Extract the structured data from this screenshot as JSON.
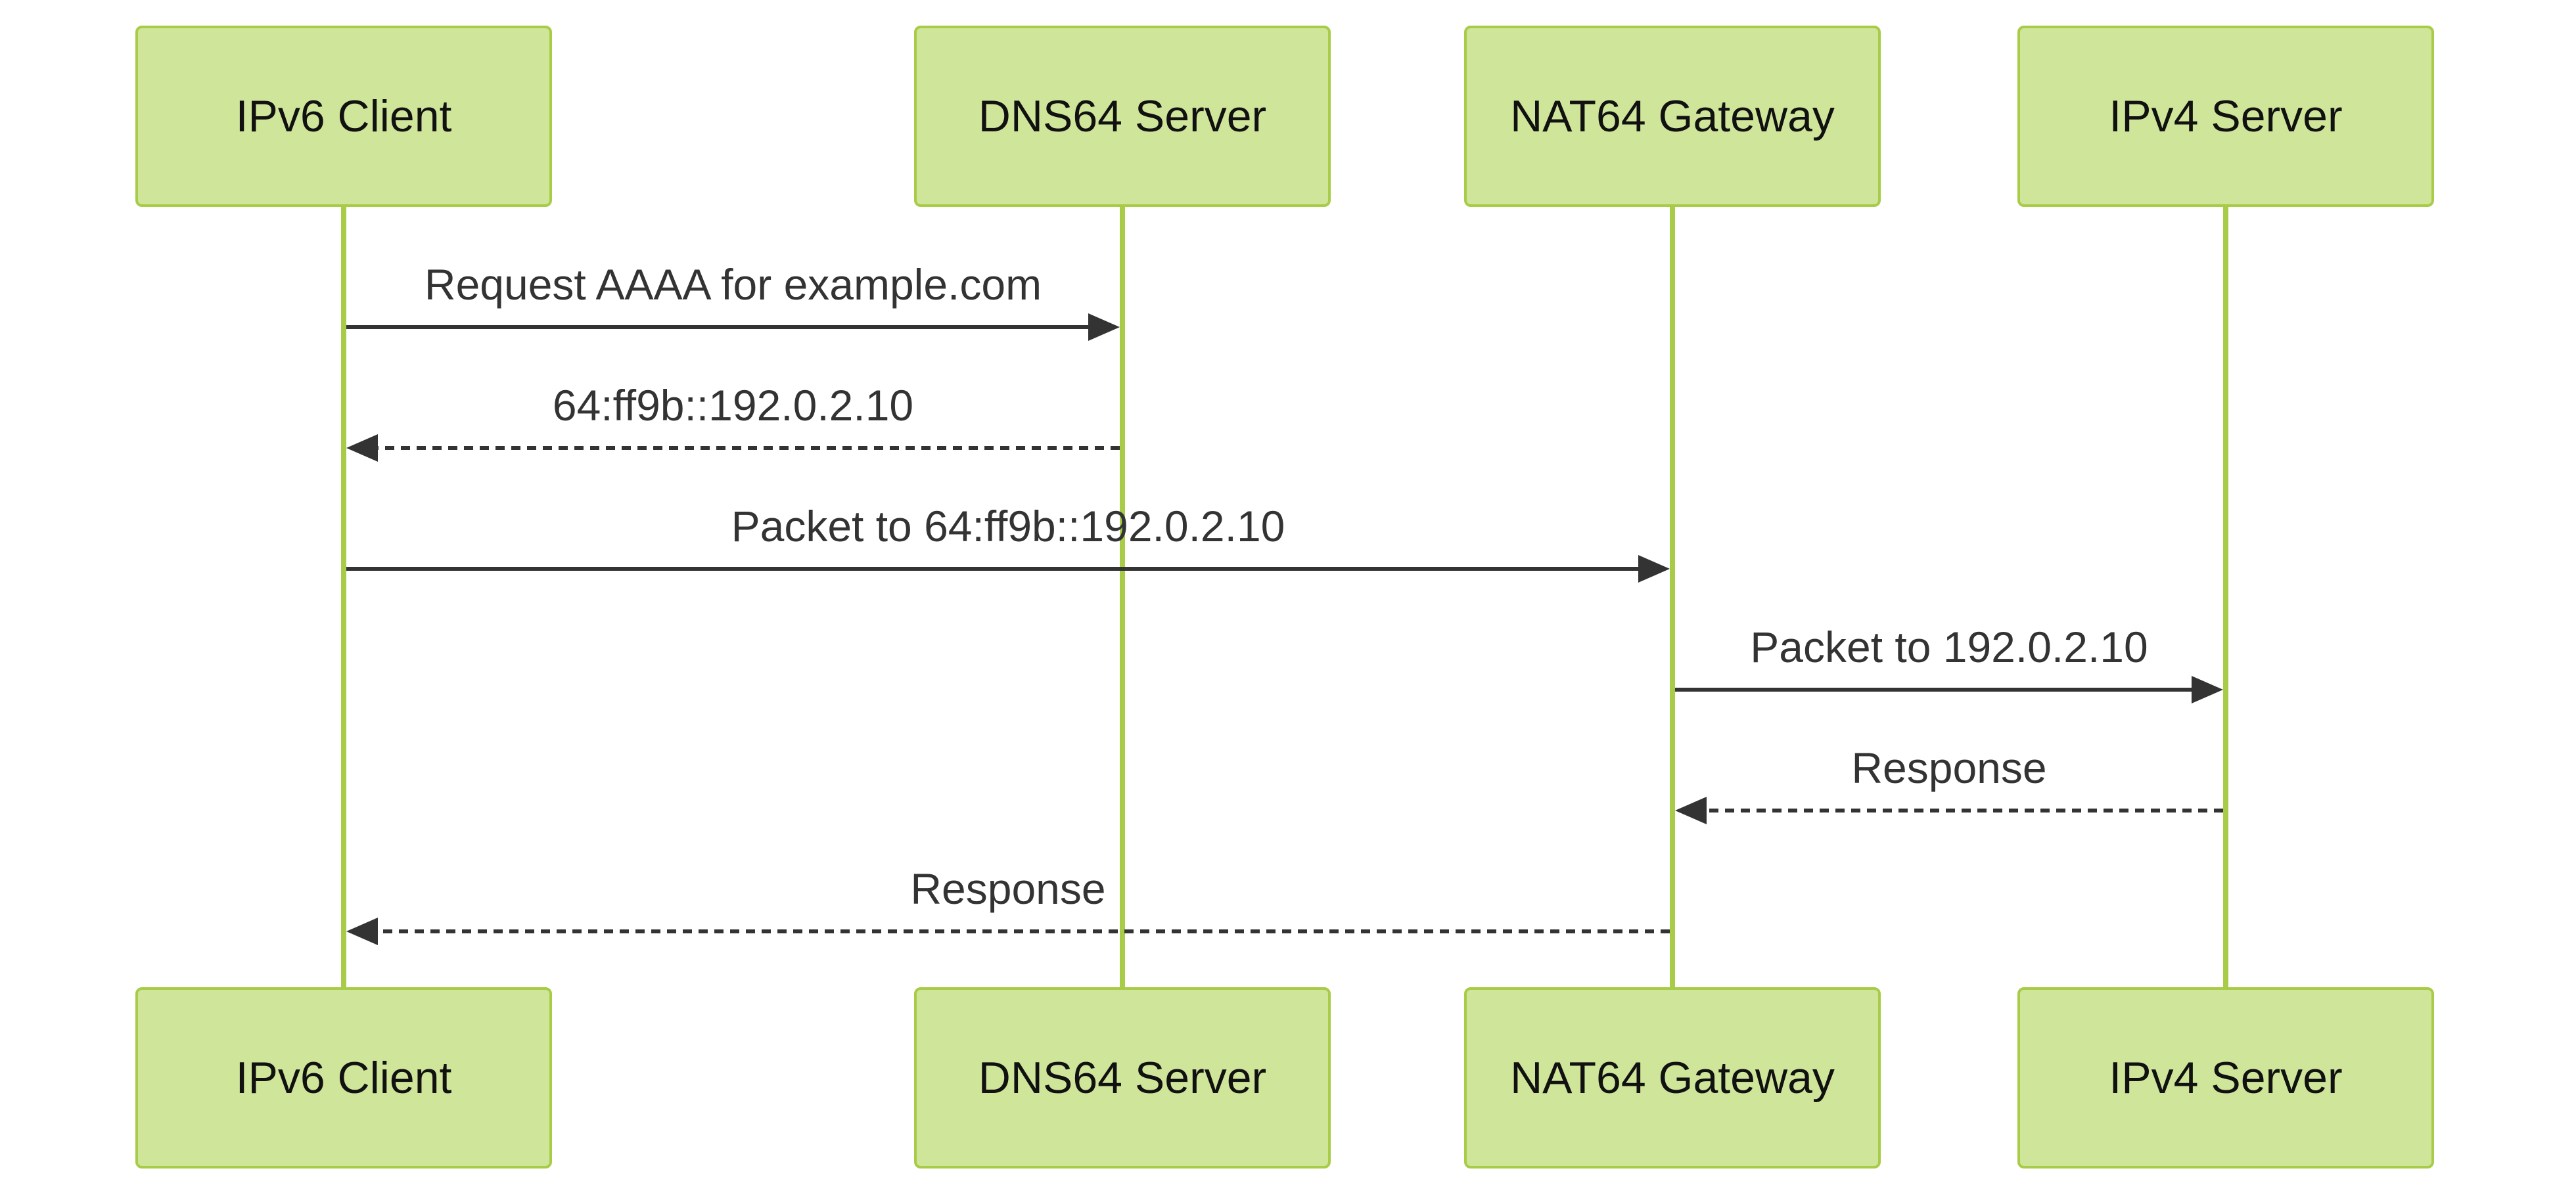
{
  "actors": [
    {
      "id": "client",
      "label": "IPv6 Client"
    },
    {
      "id": "dns64",
      "label": "DNS64 Server"
    },
    {
      "id": "nat64",
      "label": "NAT64 Gateway"
    },
    {
      "id": "ipv4",
      "label": "IPv4 Server"
    }
  ],
  "messages": [
    {
      "from": "client",
      "to": "dns64",
      "label": "Request AAAA for example.com",
      "style": "solid"
    },
    {
      "from": "dns64",
      "to": "client",
      "label": "64:ff9b::192.0.2.10",
      "style": "dashed"
    },
    {
      "from": "client",
      "to": "nat64",
      "label": "Packet to 64:ff9b::192.0.2.10",
      "style": "solid"
    },
    {
      "from": "nat64",
      "to": "ipv4",
      "label": "Packet to 192.0.2.10",
      "style": "solid"
    },
    {
      "from": "ipv4",
      "to": "nat64",
      "label": "Response",
      "style": "dashed"
    },
    {
      "from": "nat64",
      "to": "client",
      "label": "Response",
      "style": "dashed"
    }
  ],
  "colors": {
    "actor_fill": "#cfe59a",
    "actor_border": "#a8cc48",
    "lifeline": "#a8cc48",
    "arrow": "#333333",
    "text": "#111111"
  }
}
